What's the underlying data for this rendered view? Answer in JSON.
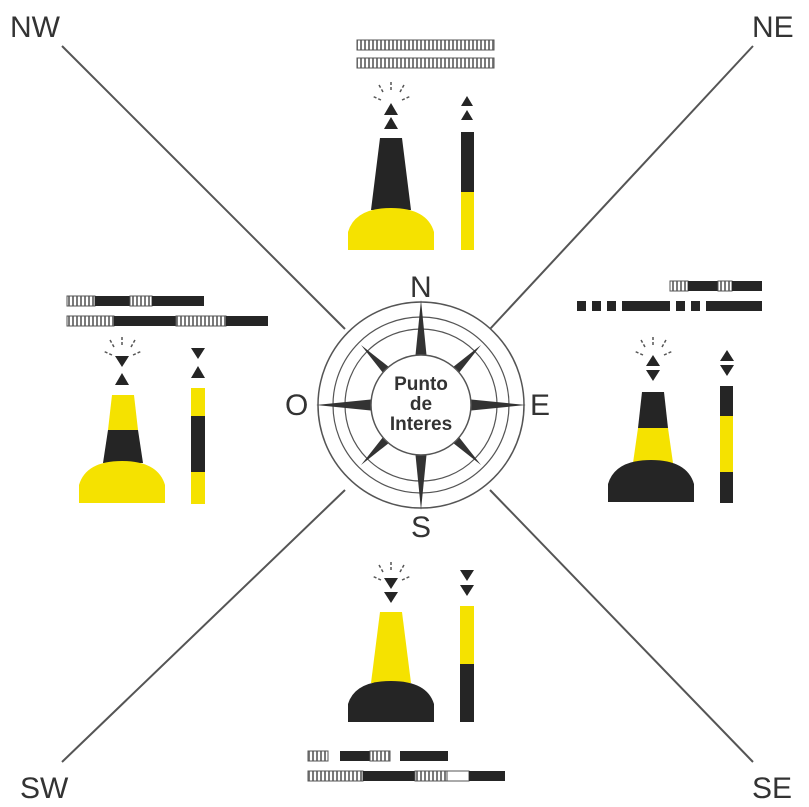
{
  "diagram": {
    "colors": {
      "yellow": "#f5e200",
      "dark": "#252525",
      "line": "#555555",
      "light_stripe": "#c9c9c9"
    },
    "corners": {
      "nw": "NW",
      "ne": "NE",
      "sw": "SW",
      "se": "SE"
    },
    "rose": {
      "north": "N",
      "east": "E",
      "south": "S",
      "west": "O",
      "center_line1": "Punto",
      "center_line2": "de",
      "center_line3": "Interes"
    },
    "buoys": [
      {
        "id": "north",
        "topmark": "two-cones-up",
        "body_colors": [
          "dark",
          "yellow"
        ]
      },
      {
        "id": "east",
        "topmark": "cones-base-to-base",
        "body_colors": [
          "dark",
          "yellow",
          "dark"
        ]
      },
      {
        "id": "south",
        "topmark": "two-cones-down",
        "body_colors": [
          "yellow",
          "dark"
        ]
      },
      {
        "id": "west",
        "topmark": "cones-point-to-point",
        "body_colors": [
          "yellow",
          "dark",
          "yellow"
        ]
      }
    ]
  }
}
